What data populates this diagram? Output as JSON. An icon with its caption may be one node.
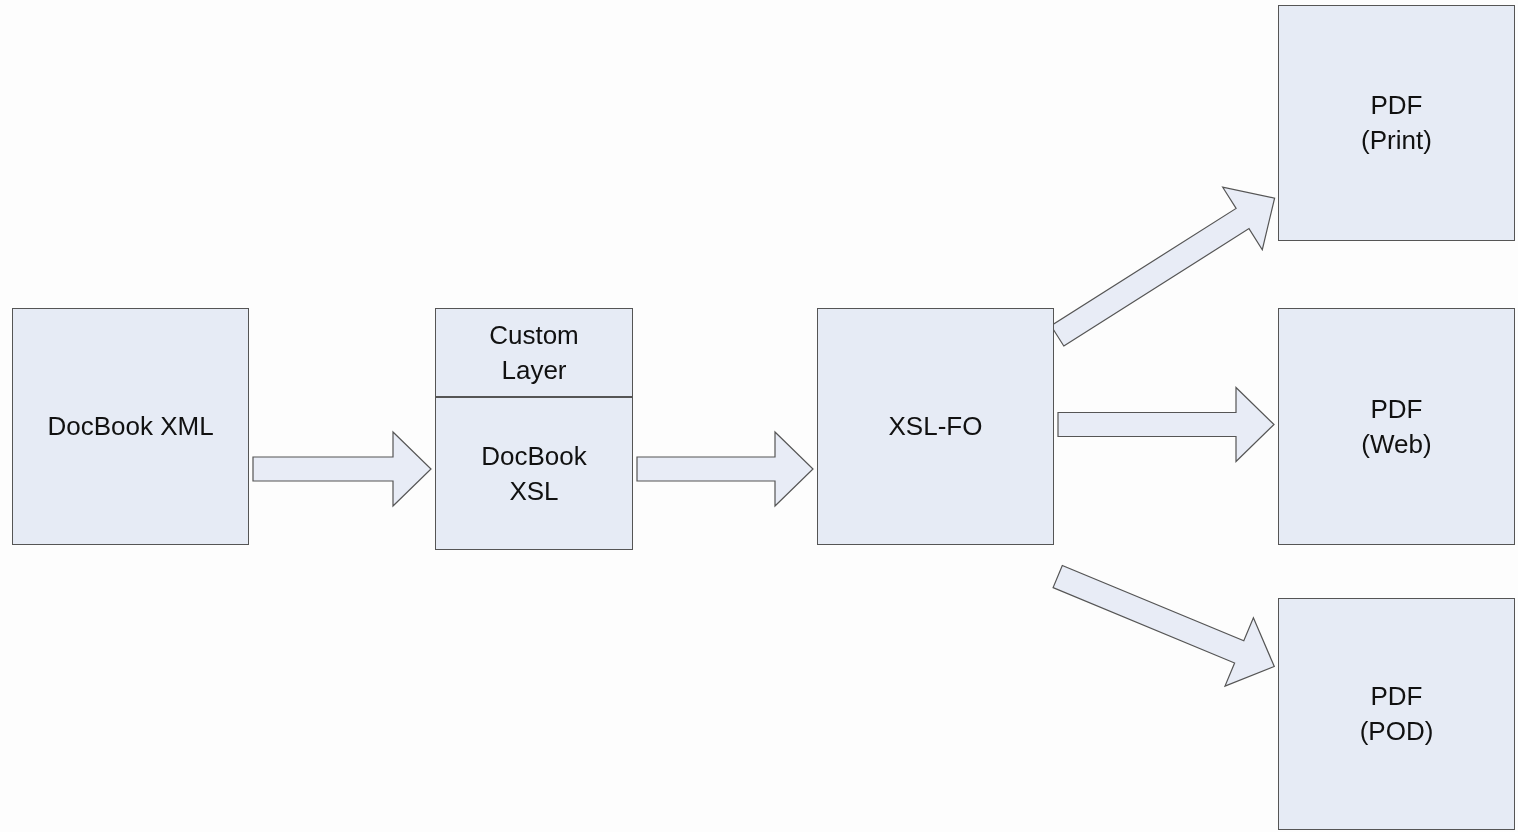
{
  "diagram": {
    "nodes": [
      {
        "text": [
          "DocBook XML"
        ]
      },
      {
        "text": [
          "Custom Layer"
        ]
      },
      {
        "text": [
          "DocBook XSL"
        ]
      },
      {
        "text": [
          "XSL-FO"
        ]
      },
      {
        "text": [
          "PDF (Print)"
        ]
      },
      {
        "text": [
          "PDF (Web)"
        ]
      },
      {
        "text": [
          "PDF (POD)"
        ]
      }
    ],
    "edges": [
      {
        "from": 0,
        "to": 2,
        "arrow": "to"
      },
      {
        "from": 2,
        "to": 3,
        "arrow": "to"
      },
      {
        "from": 3,
        "to": 4,
        "arrow": "to"
      },
      {
        "from": 3,
        "to": 5,
        "arrow": "to"
      },
      {
        "from": 3,
        "to": 6,
        "arrow": "to"
      }
    ]
  }
}
